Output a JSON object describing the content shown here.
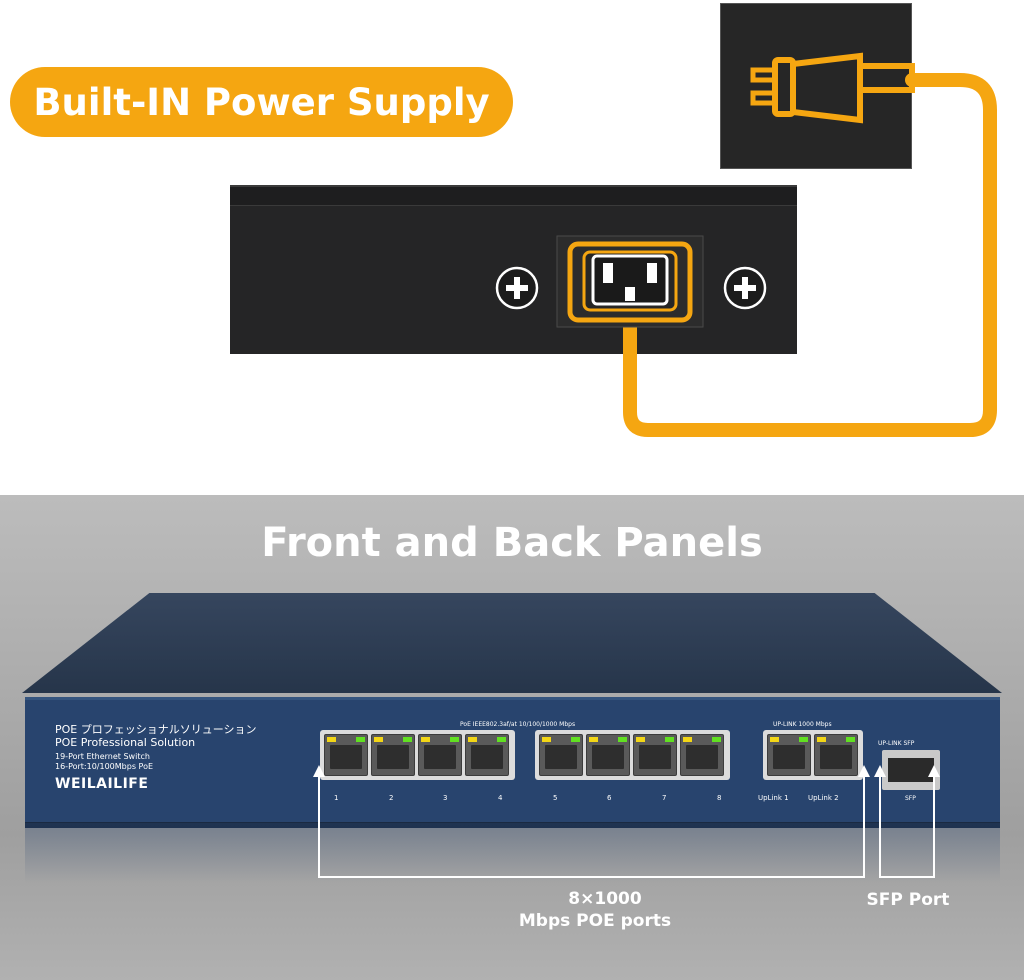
{
  "top_section": {
    "badge_text": "Built-IN Power Supply"
  },
  "bottom_section": {
    "heading": "Front and Back Panels",
    "switch": {
      "brand_jp": "POE プロフェッショナルソリューション",
      "brand_en": "POE Professional Solution",
      "line1": "19-Port Ethernet Switch",
      "line2": "16-Port:10/100Mbps PoE",
      "logo": "WEILAILIFE",
      "poe_label": "PoE IEEE802.3af/at 10/100/1000 Mbps",
      "uplink_label": "UP-LINK 1000 Mbps",
      "sfp_label": "UP-LINK SFP",
      "sfp_sub": "SFP",
      "port_numbers": [
        "1",
        "2",
        "3",
        "4",
        "5",
        "6",
        "7",
        "8"
      ],
      "uplink_names": [
        "UpLink 1",
        "UpLink 2"
      ]
    },
    "callout_poe_line1": "8×1000",
    "callout_poe_line2": "Mbps POE ports",
    "callout_sfp": "SFP Port"
  },
  "colors": {
    "accent": "#f5a611",
    "switch_blue": "#28446e",
    "led_yellow": "#f3d616",
    "led_green": "#61e021"
  }
}
